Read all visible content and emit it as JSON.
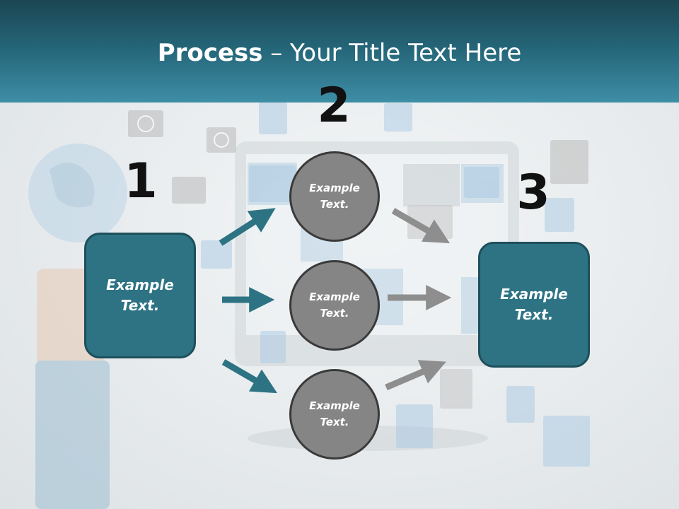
{
  "title": {
    "bold": "Process",
    "rest": " – Your Title Text Here"
  },
  "steps": [
    {
      "number": "1",
      "box_text": "Example Text."
    },
    {
      "number": "2"
    },
    {
      "number": "3",
      "box_text": "Example Text."
    }
  ],
  "circles": [
    {
      "text": "Example Text."
    },
    {
      "text": "Example Text."
    },
    {
      "text": "Example Text."
    }
  ],
  "colors": {
    "header": "#246477",
    "box_fill": "#2d7384",
    "circle_fill": "#858585",
    "teal_arrow": "#2d7384",
    "gray_arrow": "#8e8e8e"
  },
  "background_icons": [
    "clock-icon",
    "globe-icon",
    "wifi-icon",
    "people-icon",
    "home-icon",
    "battery-icon",
    "calculator-icon",
    "cart-icon",
    "brain-icon",
    "pill-icon",
    "card-icon",
    "bulb-icon",
    "medical-cross-icon",
    "heart-monitor-icon",
    "chart-icon",
    "molecule-icon"
  ]
}
